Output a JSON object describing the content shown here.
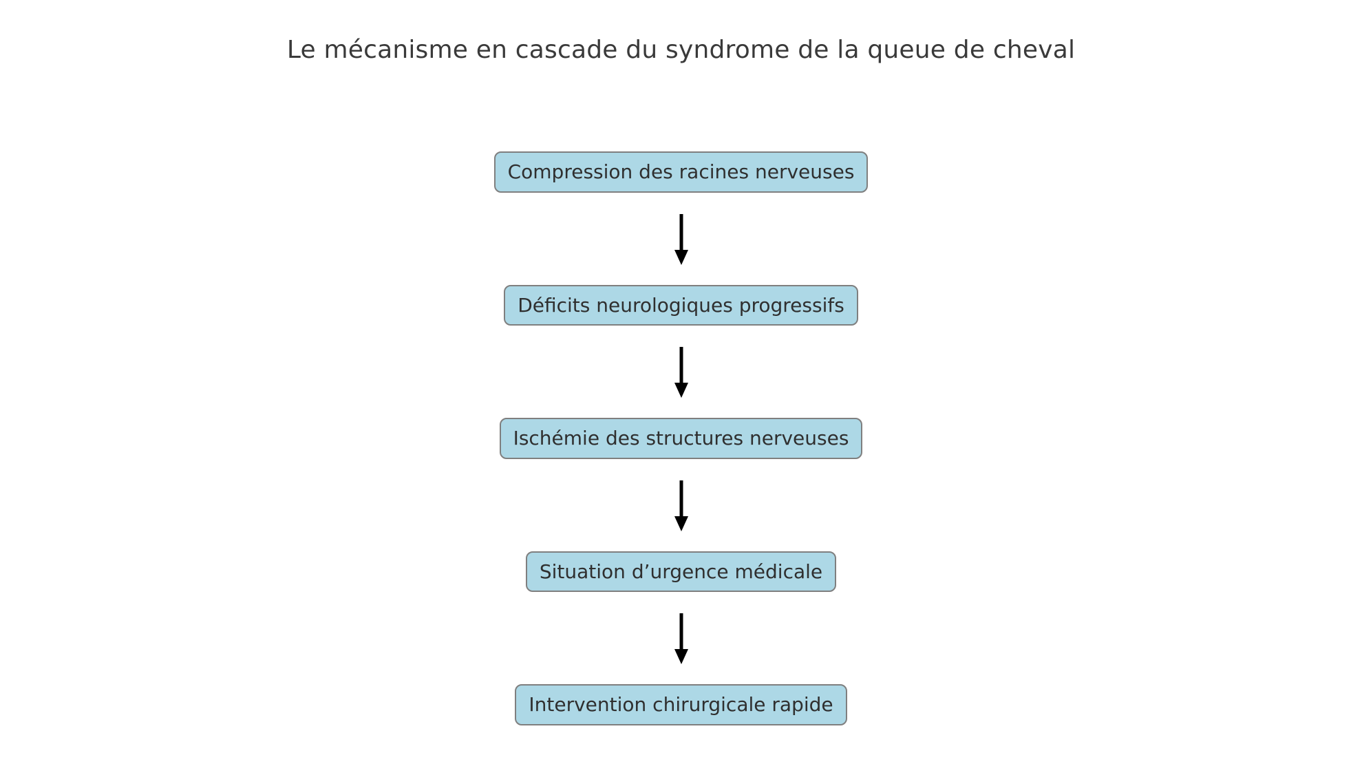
{
  "title": "Le mécanisme en cascade du syndrome de la queue de cheval",
  "colors": {
    "box_fill": "#add8e6",
    "box_border": "#7f7f7f",
    "box_text": "#2f2f2f",
    "title_text": "#3a3a3a",
    "arrow": "#000000",
    "background": "#ffffff"
  },
  "steps": [
    {
      "label": "Compression des racines nerveuses"
    },
    {
      "label": "Déficits neurologiques progressifs"
    },
    {
      "label": "Ischémie des structures nerveuses"
    },
    {
      "label": "Situation d’urgence médicale"
    },
    {
      "label": "Intervention chirurgicale rapide"
    }
  ]
}
